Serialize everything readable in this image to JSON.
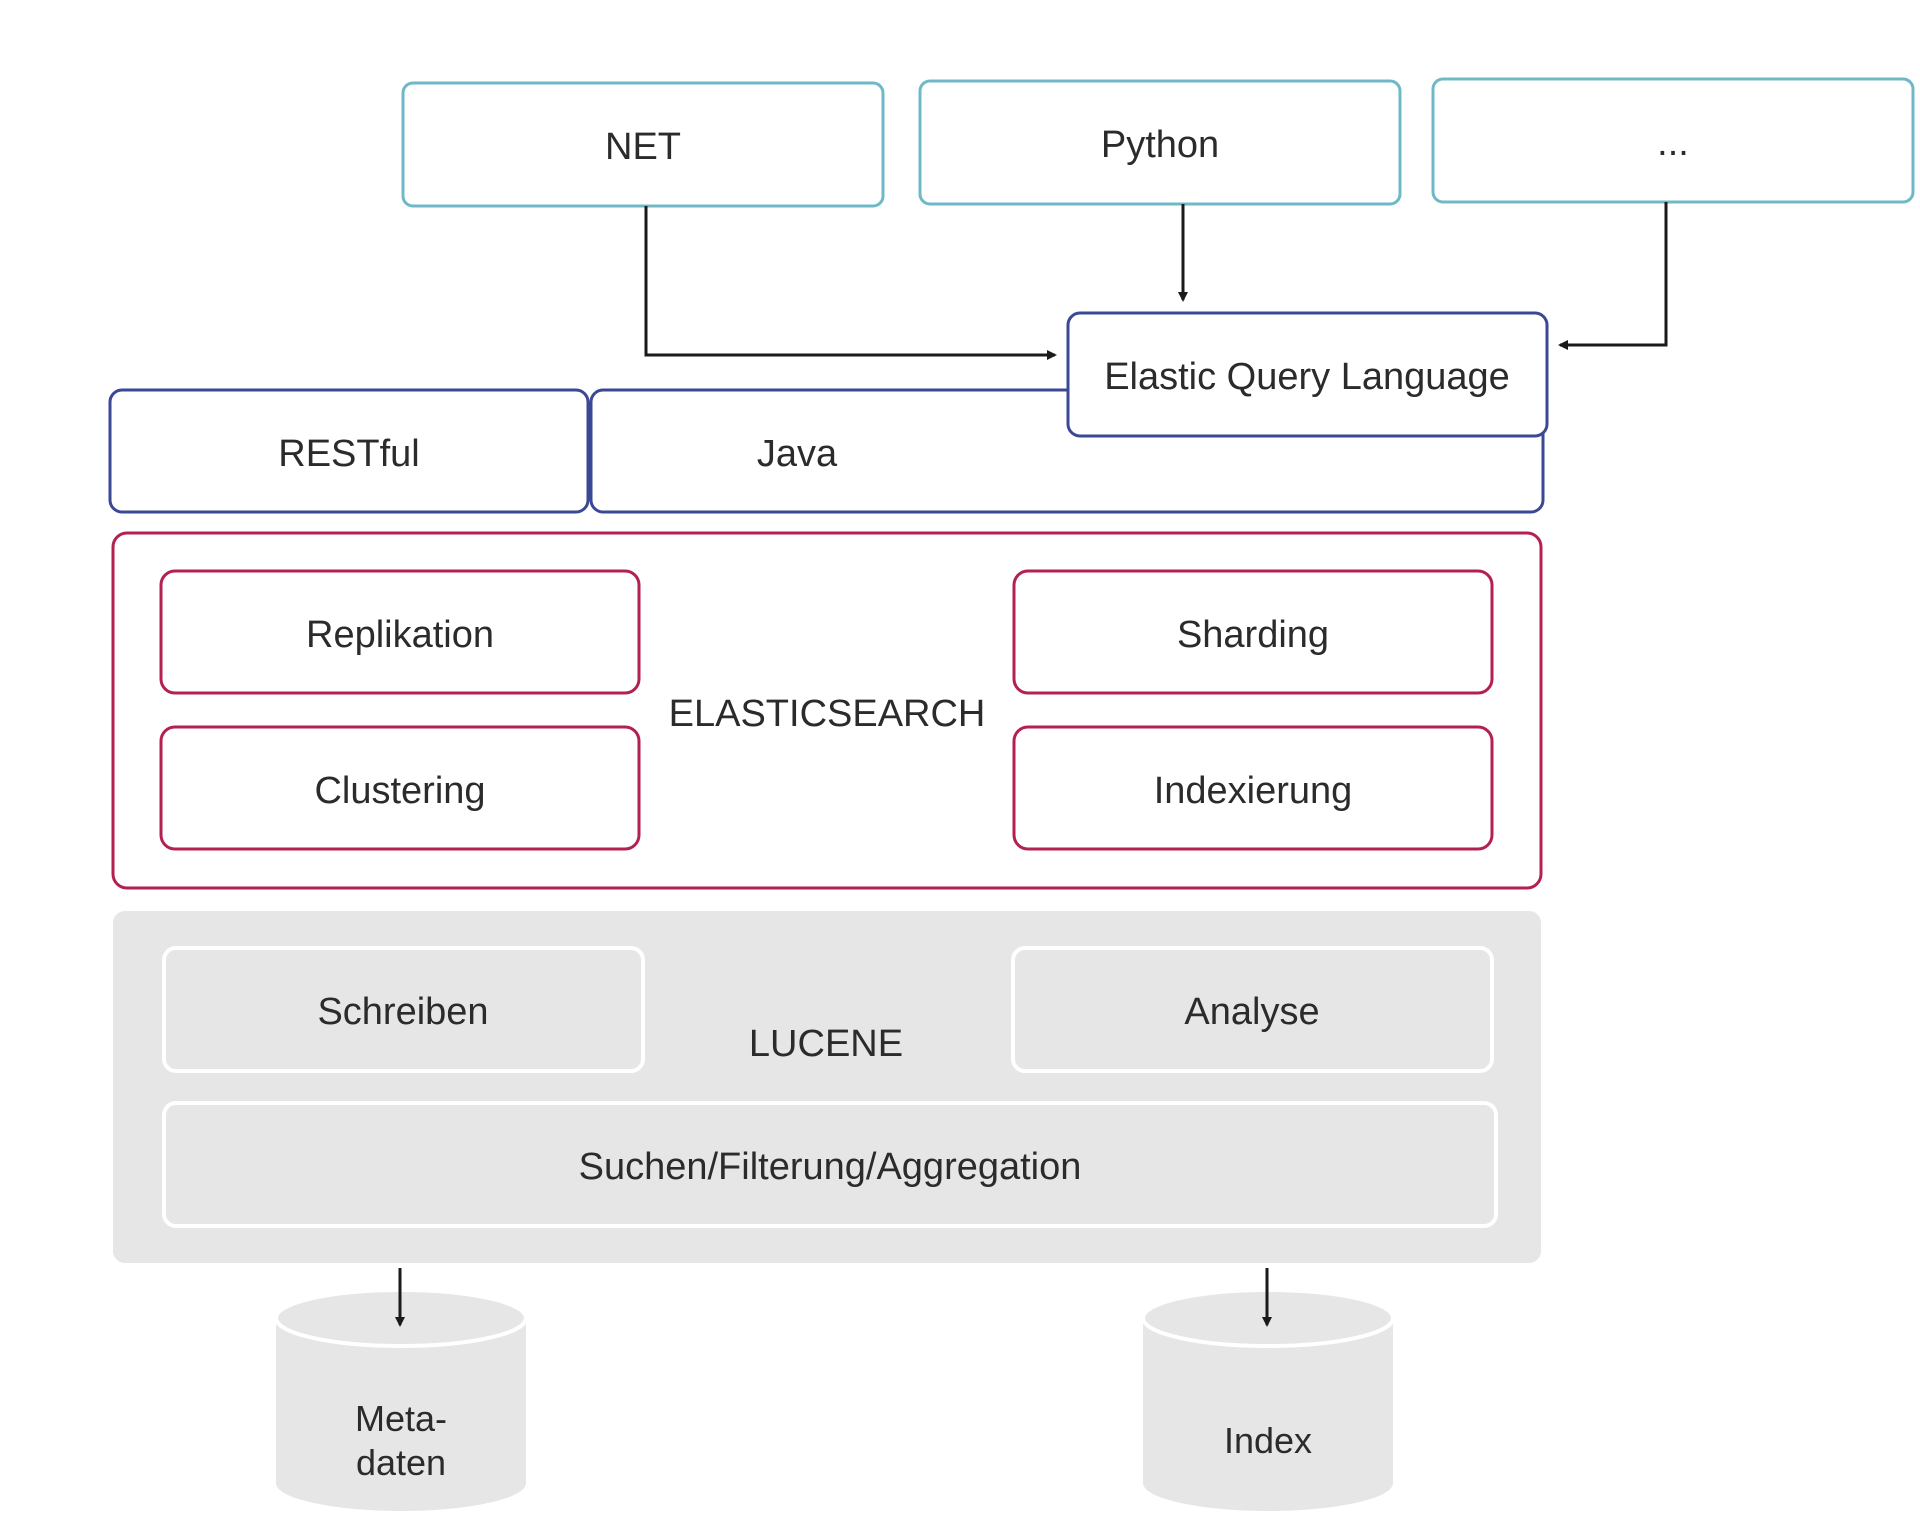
{
  "colors": {
    "client_border": "#6fb9c6",
    "api_border": "#3b4896",
    "es_border": "#b3214f",
    "lucene_bg": "#e6e6e6",
    "lucene_inner_border": "#ffffff",
    "arrow": "#1a1a1a",
    "text": "#2b2b2b"
  },
  "clients": {
    "net": "NET",
    "python": "Python",
    "more": "..."
  },
  "query_language": "Elastic Query Language",
  "api": {
    "restful": "RESTful",
    "java": "Java"
  },
  "elasticsearch": {
    "title": "ELASTICSEARCH",
    "replikation": "Replikation",
    "clustering": "Clustering",
    "sharding": "Sharding",
    "indexierung": "Indexierung"
  },
  "lucene": {
    "title": "LUCENE",
    "schreiben": "Schreiben",
    "analyse": "Analyse",
    "suchen": "Suchen/Filterung/Aggregation"
  },
  "storage": {
    "metadaten_line1": "Meta-",
    "metadaten_line2": "daten",
    "index": "Index"
  }
}
